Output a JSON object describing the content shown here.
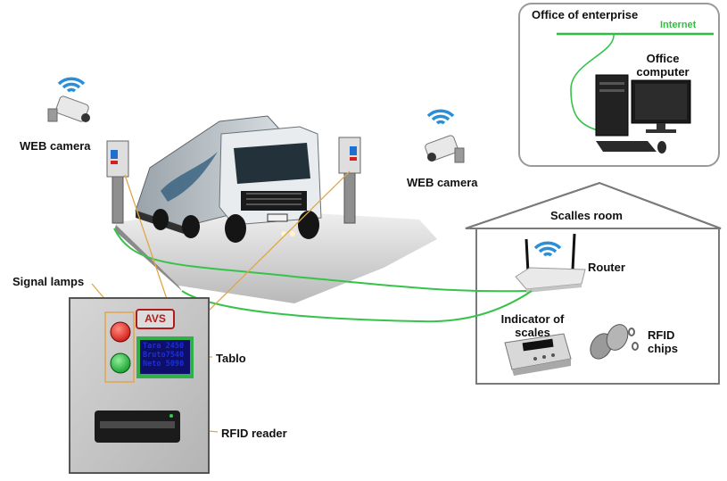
{
  "labels": {
    "office": "Office  of enterprise",
    "internet": "Internet",
    "office_computer_line1": "Office",
    "office_computer_line2": "computer",
    "web_camera_left": "WEB camera",
    "web_camera_right": "WEB camera",
    "scales_room": "Scalles room",
    "router": "Router",
    "indicator_line1": "Indicator of",
    "indicator_line2": "scales",
    "rfid_chips_line1": "RFID",
    "rfid_chips_line2": "chips",
    "signal_lamps": "Signal lamps",
    "tablo": "Tablo",
    "rfid_reader": "RFID reader"
  },
  "panel": {
    "brand": "AVS",
    "tablo_lines": [
      "Tara  2450",
      "Bruto7540",
      "Neto  5090"
    ]
  },
  "colors": {
    "cable": "#37c24a",
    "internet_line": "#2fbf3f",
    "callout": "#e0a64a",
    "wifi": "#2a8fd8",
    "lamp_red": "#e0201c",
    "lamp_green": "#1fb33a",
    "panel_body": "#c8c8c8"
  },
  "icons": [
    "wifi-icon",
    "security-camera-icon",
    "truck-icon",
    "router-icon",
    "computer-icon",
    "rfid-tag-icon",
    "scale-indicator-icon",
    "signal-lamp-icon",
    "rfid-reader-icon"
  ]
}
